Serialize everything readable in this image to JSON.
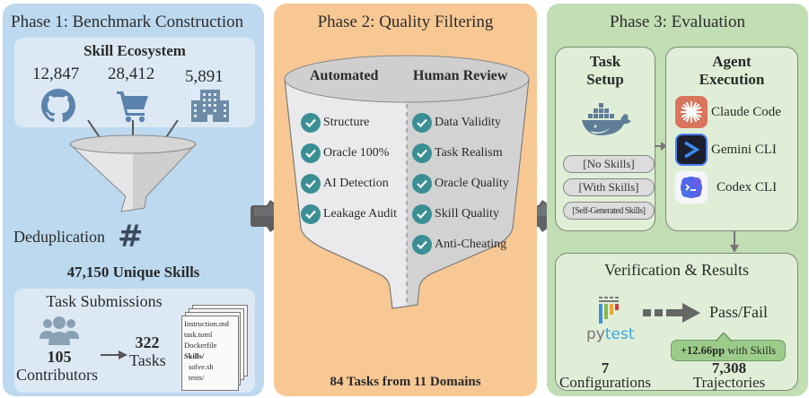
{
  "phase1": {
    "title": "Phase 1: Benchmark Construction",
    "ecosystem": {
      "title": "Skill Ecosystem",
      "sources": [
        {
          "count": "12,847",
          "icon": "github-icon"
        },
        {
          "count": "28,412",
          "icon": "shopping-cart-icon"
        },
        {
          "count": "5,891",
          "icon": "building-icon"
        }
      ]
    },
    "dedup_label": "Deduplication",
    "dedup_icon": "hash-icon",
    "unique_skills": "47,150 Unique Skills",
    "submissions": {
      "title": "Task Submissions",
      "contributors_count": "105",
      "contributors_label": "Contributors",
      "tasks_count": "322",
      "tasks_label": "Tasks",
      "files": [
        "Instruction.md",
        "task.toml",
        "Dockerfile",
        "Skills/",
        "solve.sh",
        "tests/"
      ]
    }
  },
  "phase2": {
    "title": "Phase 2: Quality Filtering",
    "automated": {
      "title": "Automated",
      "checks": [
        "Structure",
        "Oracle 100%",
        "AI Detection",
        "Leakage Audit"
      ]
    },
    "human": {
      "title": "Human Review",
      "checks": [
        "Data Validity",
        "Task Realism",
        "Oracle Quality",
        "Skill Quality",
        "Anti-Cheating"
      ]
    },
    "result": "84 Tasks from 11 Domains"
  },
  "phase3": {
    "title": "Phase 3: Evaluation",
    "task_setup": {
      "title_line1": "Task",
      "title_line2": "Setup",
      "conditions": [
        "[No Skills]",
        "[With Skills]",
        "[Self-Generated Skills]"
      ]
    },
    "agent_execution": {
      "title_line1": "Agent",
      "title_line2": "Execution",
      "agents": [
        "Claude Code",
        "Gemini CLI",
        "Codex CLI"
      ]
    },
    "verification": {
      "title": "Verification & Results",
      "pytest_py": "py",
      "pytest_test": "test",
      "outcome": "Pass/Fail",
      "gain_value": "+12.66pp",
      "gain_label": " with Skills",
      "configs_count": "7",
      "configs_label": "Configurations",
      "traj_count": "7,308",
      "traj_label": "Trajectories"
    }
  },
  "colors": {
    "phase1_bg": "#bcd9ef",
    "phase2_bg": "#f8c894",
    "phase3_bg": "#c2deb4",
    "check_teal": "#3a8f95",
    "icon_blue": "#5b83ad",
    "claude_orange": "#d9755c",
    "gain_green": "#9ccc8a"
  }
}
